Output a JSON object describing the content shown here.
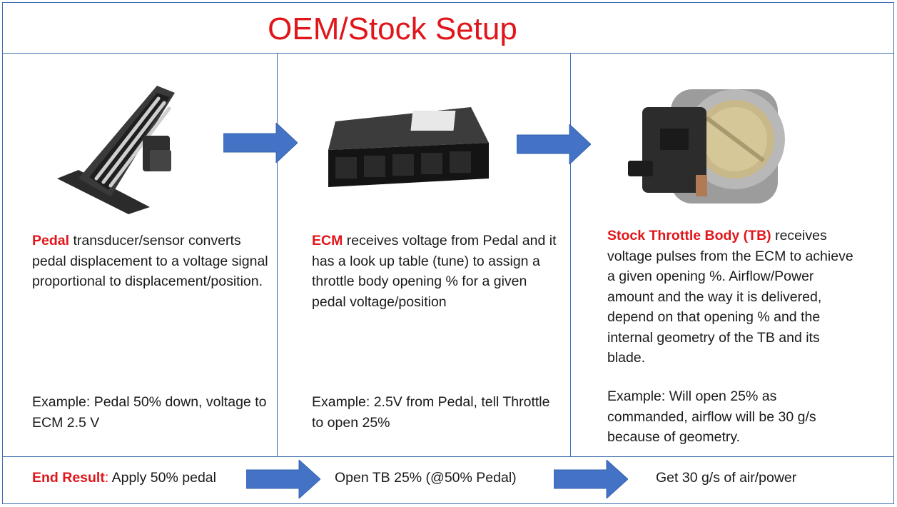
{
  "title": "OEM/Stock Setup",
  "panels": [
    {
      "highlight": "Pedal",
      "description": " transducer/sensor converts pedal displacement to a voltage signal proportional to displacement/position.",
      "example": "Example: Pedal 50% down, voltage to ECM 2.5 V",
      "image_icon": "accelerator-pedal-icon"
    },
    {
      "highlight": "ECM",
      "description": " receives voltage from Pedal and it has a look up table (tune) to assign a throttle body opening % for a given pedal voltage/position",
      "example": "Example: 2.5V from Pedal, tell Throttle to open 25%",
      "image_icon": "ecm-module-icon"
    },
    {
      "highlight": "Stock Throttle Body (TB)",
      "description": " receives voltage pulses from the ECM to achieve a given opening %. Airflow/Power amount and the way it is delivered, depend on that opening % and the internal geometry of the TB and its blade.",
      "example": "Example: Will open 25% as commanded, airflow will be 30 g/s because of geometry.",
      "image_icon": "throttle-body-icon"
    }
  ],
  "result": {
    "label": "End Result",
    "colon": ":",
    "step1": " Apply 50% pedal",
    "step2": "Open TB 25% (@50% Pedal)",
    "step3": "Get 30 g/s of air/power"
  },
  "colors": {
    "accent_red": "#e0161b",
    "arrow_blue": "#4472c4",
    "border_blue": "#3f6fb0"
  }
}
